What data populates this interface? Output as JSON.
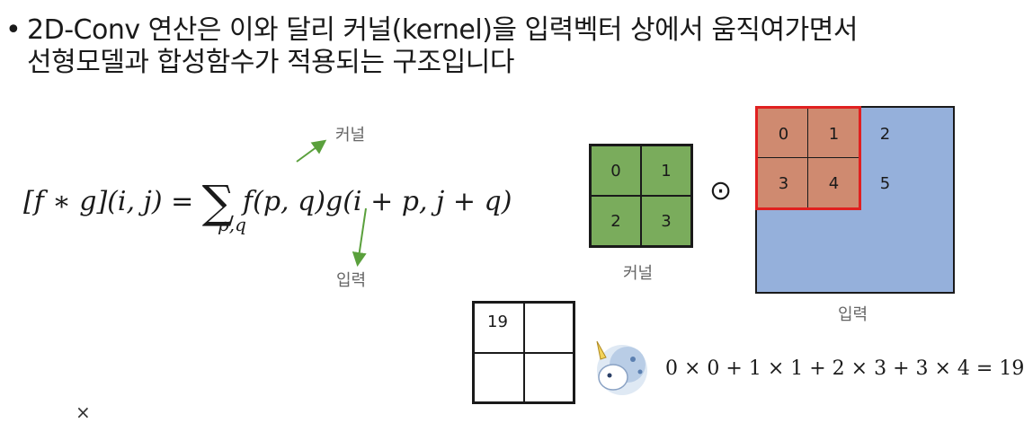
{
  "bullet": {
    "marker": "•",
    "line1": "2D-Conv 연산은 이와 달리 커널(kernel)을 입력벡터 상에서 움직여가면서",
    "line2": "선형모델과 합성함수가 적용되는 구조입니다"
  },
  "formula": {
    "lhs": "[f ∗ g](i, j) =",
    "sigma": "∑",
    "rhs": "f(p, q)g(i + p, j + q)",
    "subscript": "p,q",
    "annotation_top": "커널",
    "annotation_bottom": "입력"
  },
  "kernel": {
    "cells": [
      "0",
      "1",
      "2",
      "3"
    ],
    "label": "커널",
    "color": "#7aac5c"
  },
  "operator": "⊙",
  "input": {
    "cells": [
      "0",
      "1",
      "2",
      "3",
      "4",
      "5"
    ],
    "label": "입력",
    "color": "#95b0db",
    "window_color": "#cf8a70",
    "frame_color": "#e02020"
  },
  "result": {
    "cells": [
      "19",
      "",
      "",
      ""
    ]
  },
  "equation": "0 × 0 + 1 × 1 + 2 × 3 + 3 × 4 = 19",
  "cursor": "×"
}
